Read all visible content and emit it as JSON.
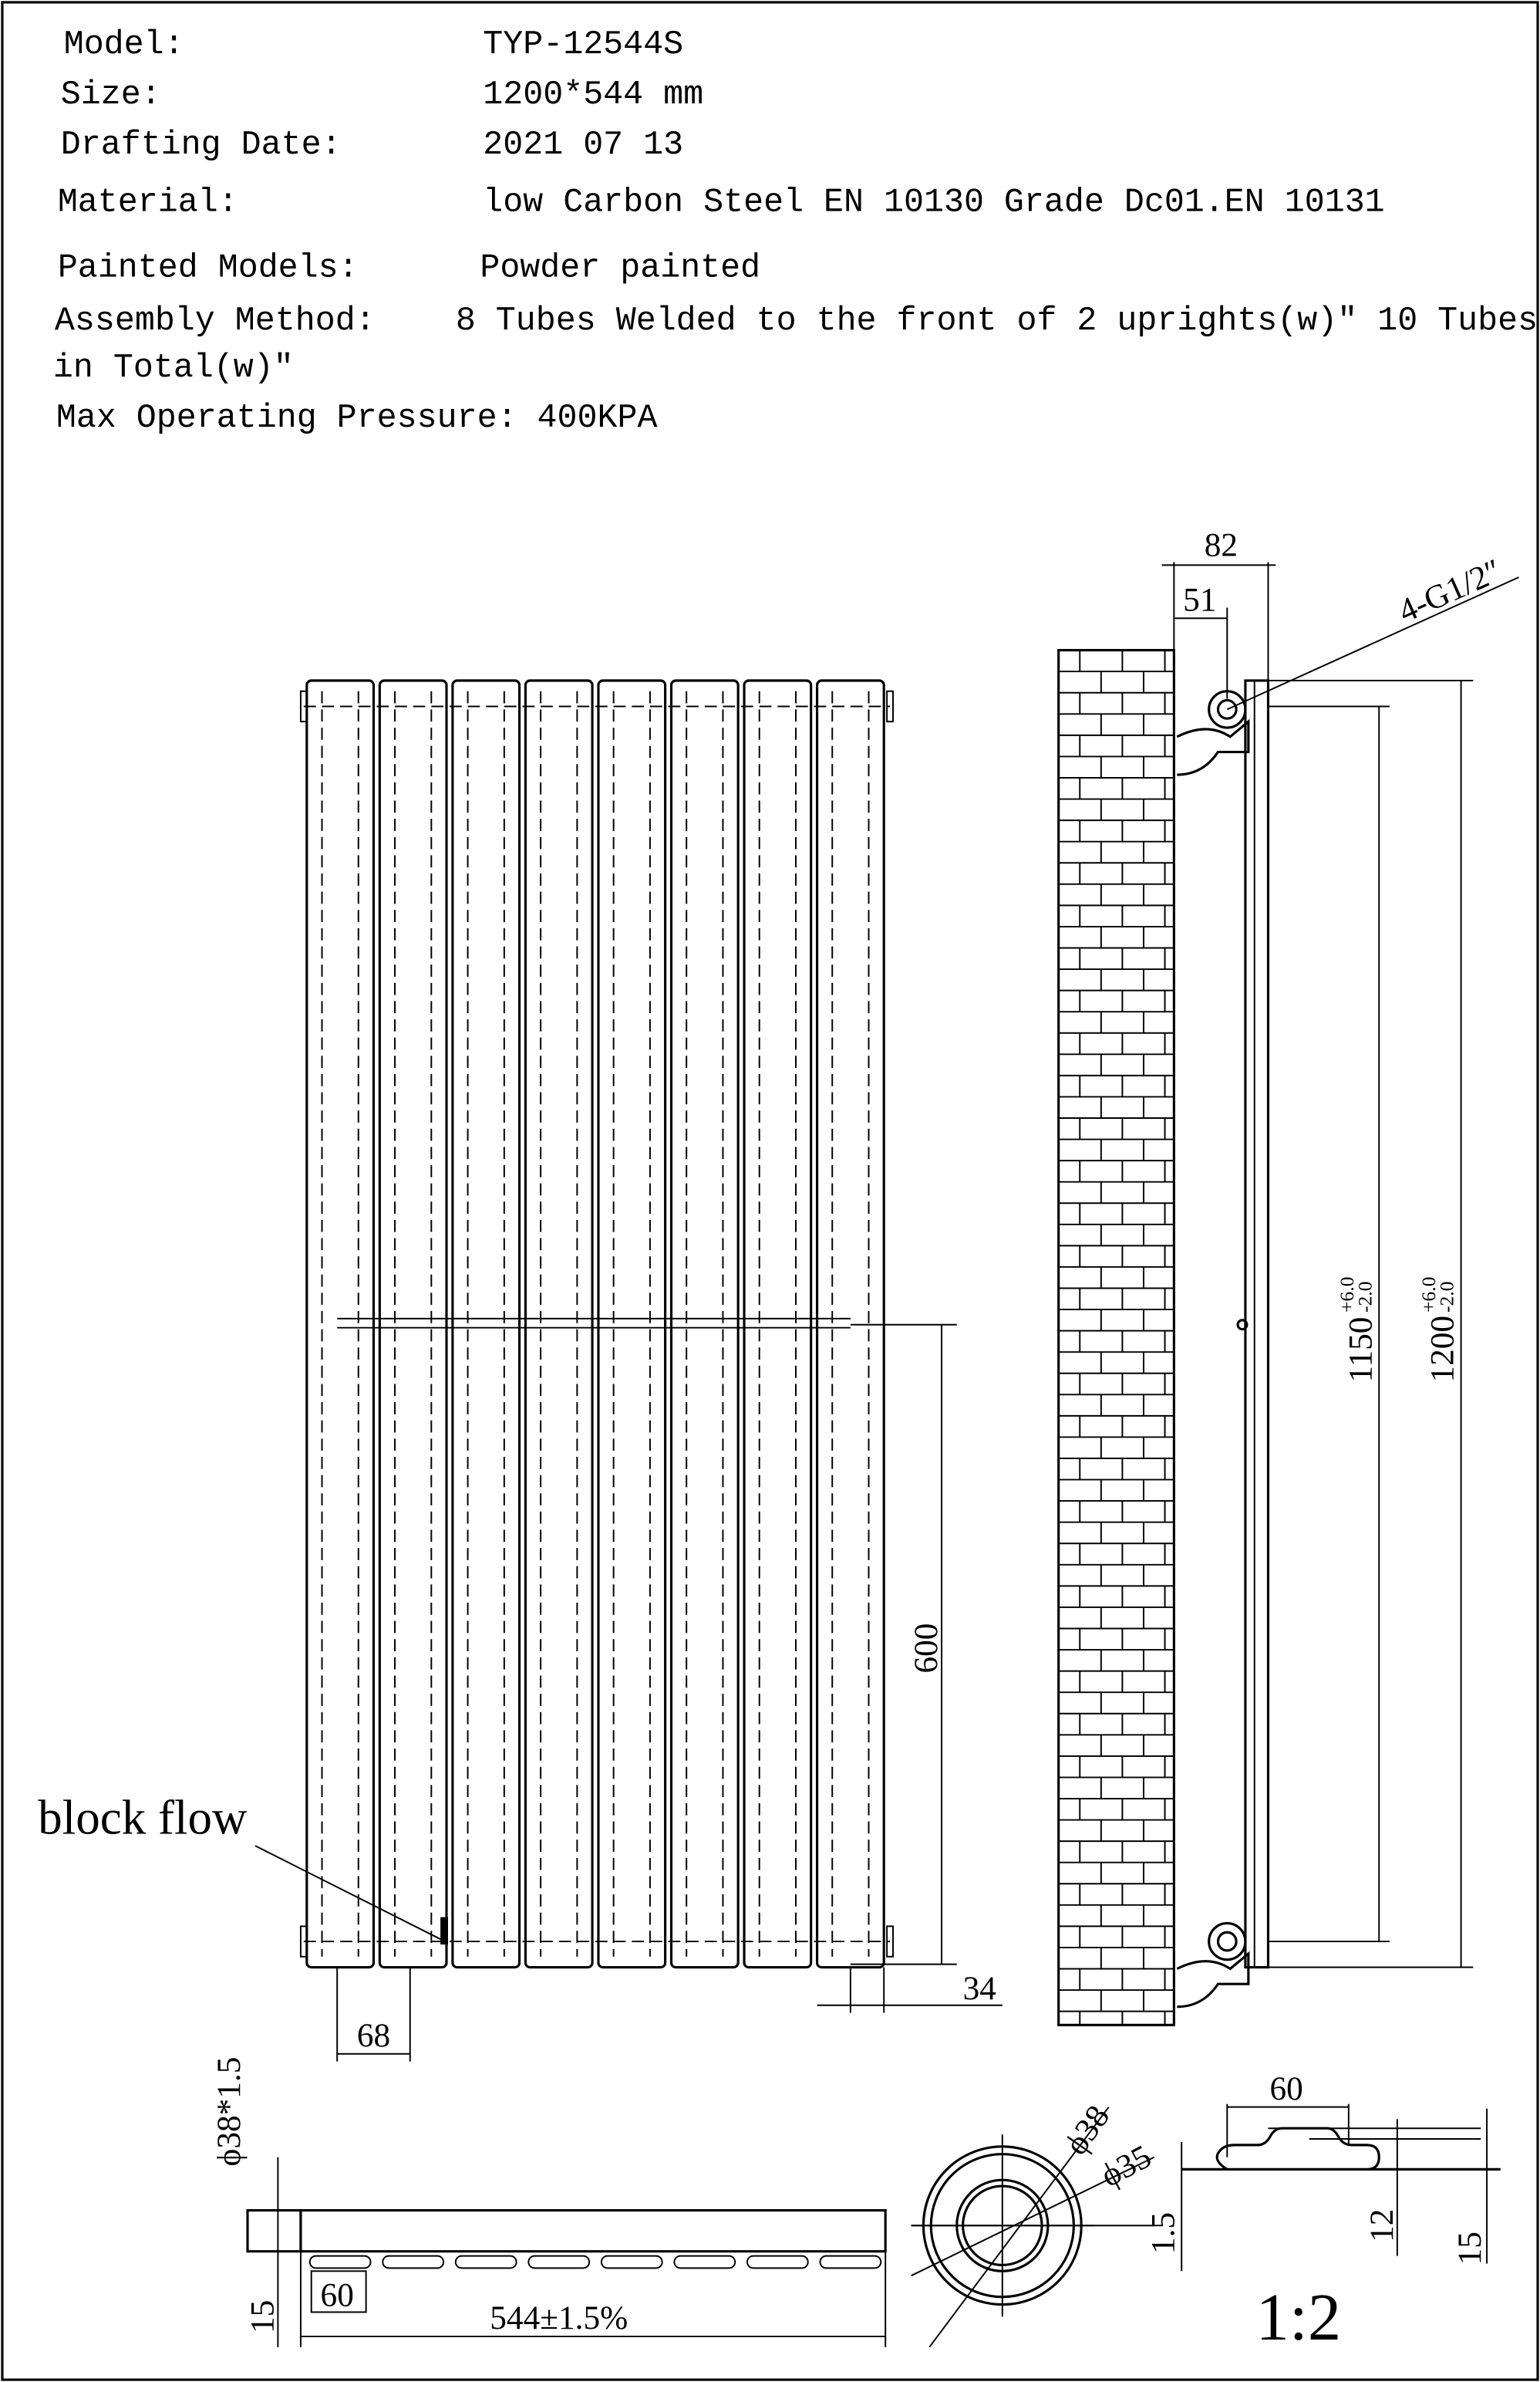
{
  "specs": {
    "model_label": "Model:",
    "model_value": "TYP-12544S",
    "size_label": "Size:",
    "size_value": "1200*544 mm",
    "date_label": "Drafting Date:",
    "date_value": "2021 07 13",
    "material_label": "Material:",
    "material_value": "low Carbon Steel  EN 10130 Grade Dc01.EN 10131",
    "painted_label": "Painted Models:",
    "painted_value": "Powder painted",
    "assembly_label": "Assembly Method:",
    "assembly_value_line1": "8 Tubes Welded to the front of 2 uprights(w)″ 10 Tubes",
    "assembly_value_line2": "in Total(w)″",
    "pressure_text": "Max Operating Pressure: 400KPA"
  },
  "front_view": {
    "tube_count": 8,
    "block_flow_label": "block flow",
    "dim_600": "600",
    "dim_68": "68",
    "dim_34": "34"
  },
  "side_view": {
    "dim_82": "82",
    "dim_51": "51",
    "connection_label": "4-G1/2″",
    "dim_1150": "1150",
    "dim_1150_tol_upper": "+6.0",
    "dim_1150_tol_lower": "-2.0",
    "dim_1200": "1200",
    "dim_1200_tol_upper": "+6.0",
    "dim_1200_tol_lower": "-2.0"
  },
  "top_view": {
    "tube_dim": "ϕ38*1.5",
    "dim_15": "15",
    "dim_60": "60",
    "width_dim": "544±1.5%"
  },
  "circle_section": {
    "outer_dia": "ϕ38",
    "inner_dia": "ϕ35"
  },
  "tube_section": {
    "dim_60": "60",
    "dim_1_5": "1.5",
    "dim_12": "12",
    "dim_15": "15"
  },
  "scale_label": "1:2"
}
